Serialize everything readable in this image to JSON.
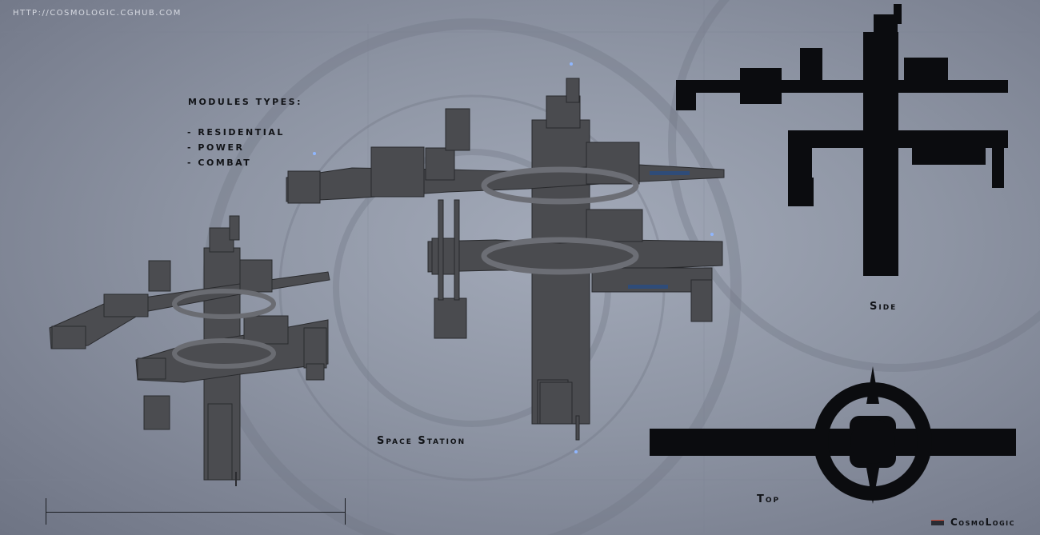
{
  "url": "HTTP://COSMOLOGIC.CGHUB.COM",
  "modules": {
    "title": "MODULES TYPES:",
    "items": [
      "- RESIDENTIAL",
      "- POWER",
      "- COMBAT"
    ]
  },
  "captions": {
    "main": "Space Station",
    "side": "Side",
    "top": "Top"
  },
  "brand": "CosmoLogic",
  "colors": {
    "background": "#8e95a4",
    "silhouette": "#0b0c0f",
    "module_body": "#4a4b4f",
    "thruster_glow": "#8fb6ff"
  }
}
